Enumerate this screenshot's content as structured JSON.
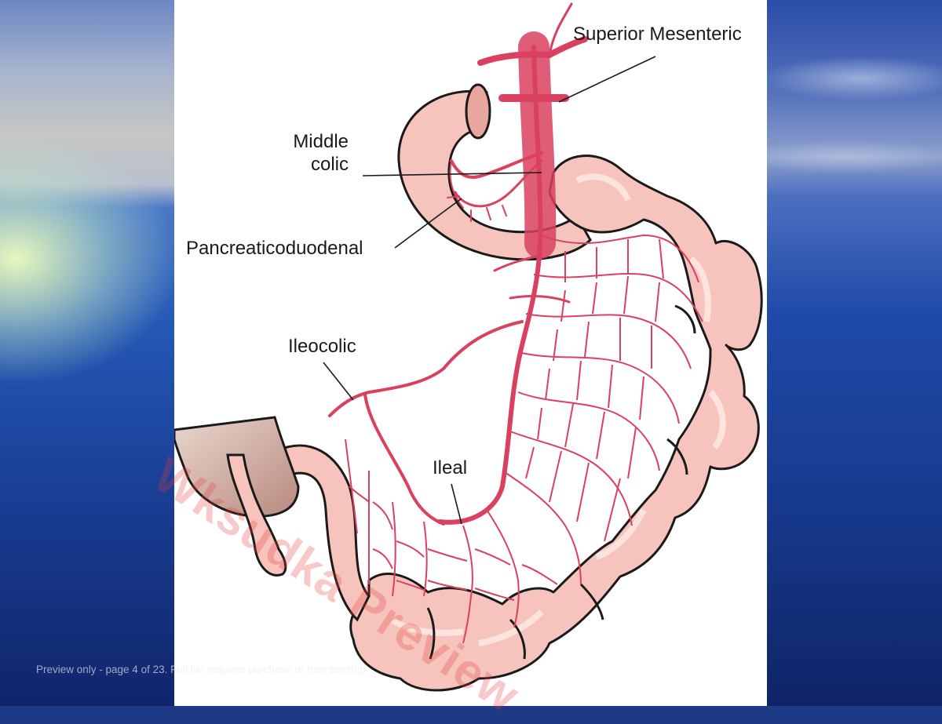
{
  "labels": {
    "superior_mesenteric": "Superior Mesenteric",
    "middle_colic_1": "Middle",
    "middle_colic_2": "colic",
    "pancreaticoduodenal": "Pancreaticoduodenal",
    "ileocolic": "Ileocolic",
    "ileal": "Ileal"
  },
  "watermark": "Wksudka Preview",
  "footer": "Preview only - page 4 of 23. Full file requires purchase or membership.",
  "colors": {
    "intestine_fill": "#f6c4bc",
    "intestine_outline": "#1a1a1a",
    "artery": "#d9415f",
    "label_text": "#1a1a1a",
    "cecum_fill": "#c8a59a"
  }
}
